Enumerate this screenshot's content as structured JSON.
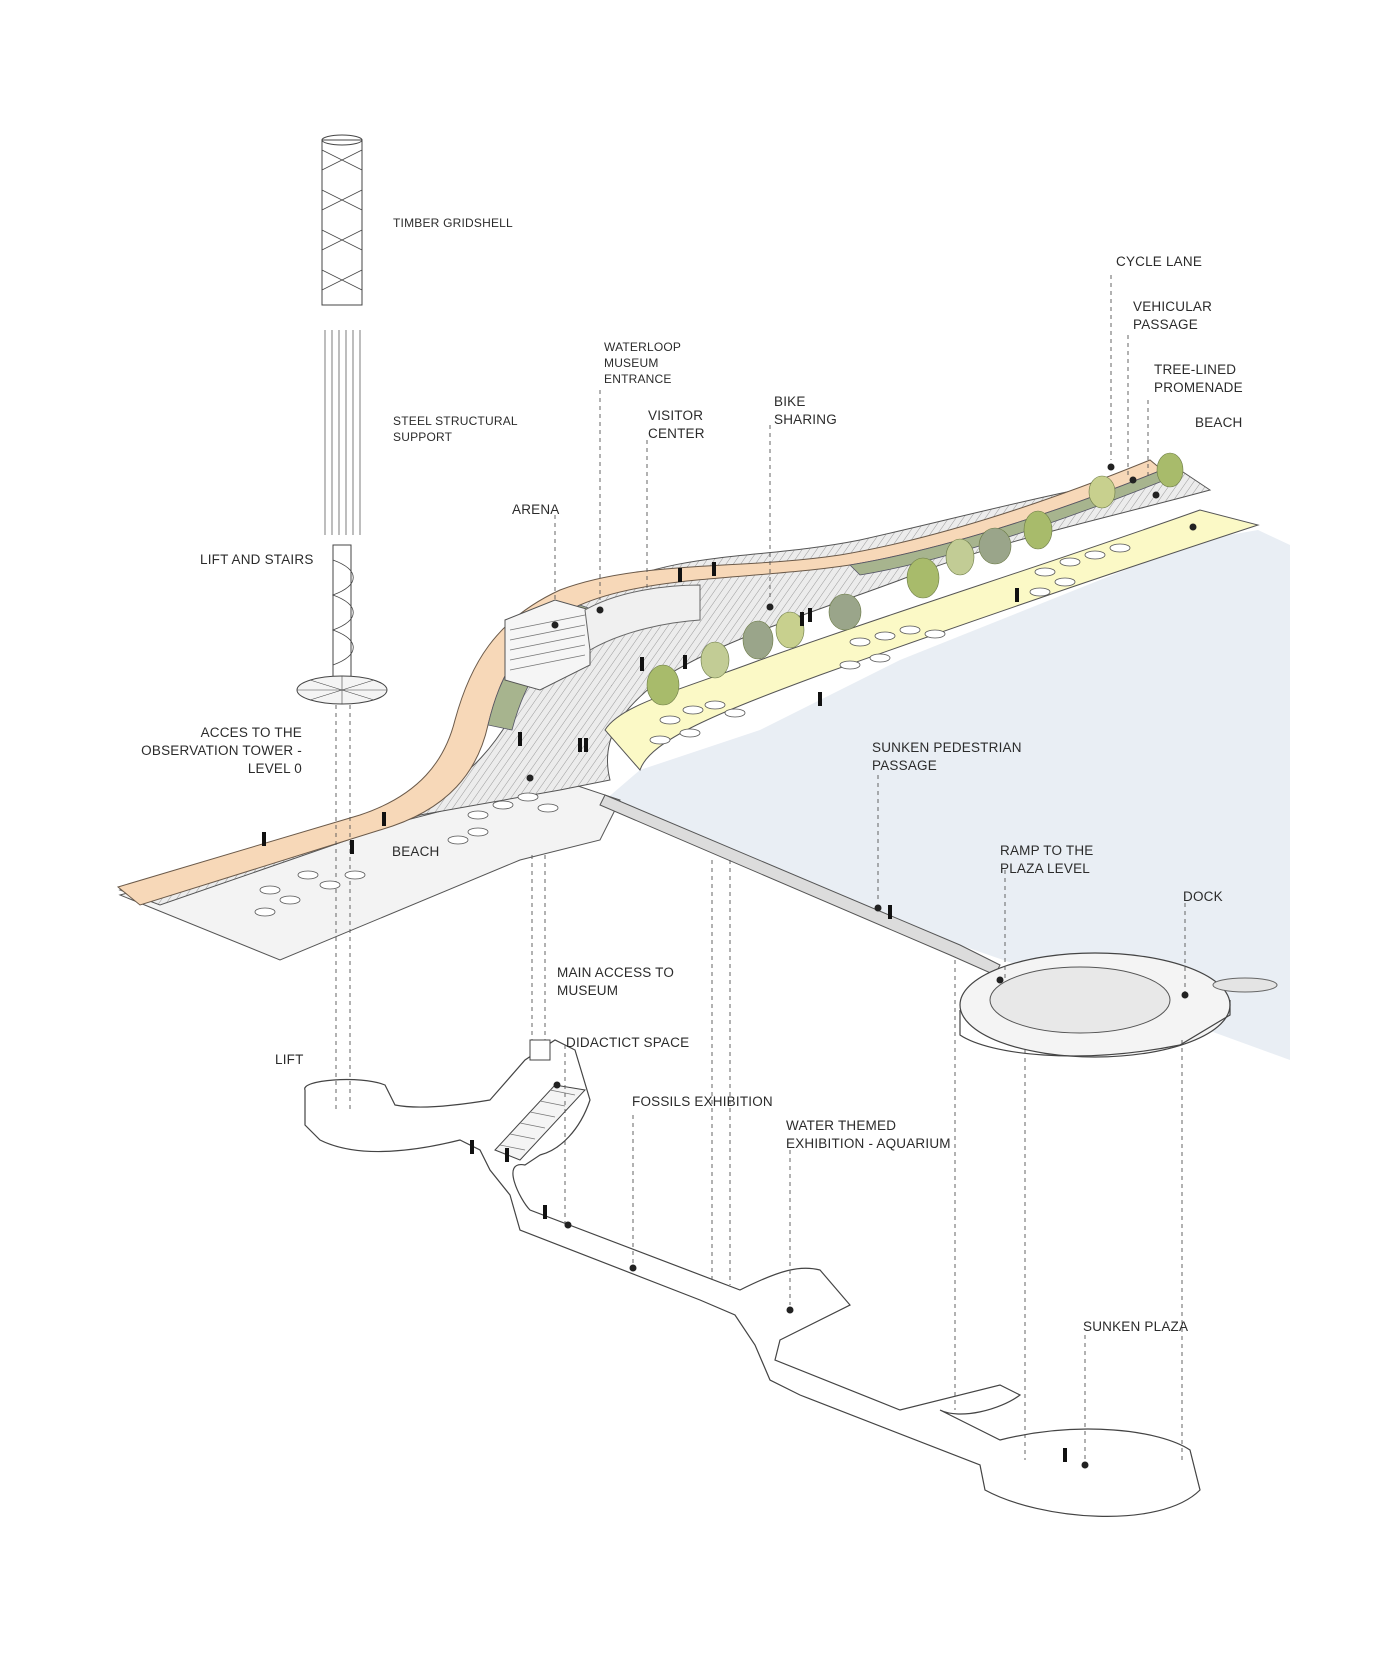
{
  "colors": {
    "orange_band": "#f7d8b8",
    "green_band": "#a7b48e",
    "beach_yellow": "#fbf9c6",
    "water_blue": "#e9eef4",
    "plaza_gray": "#e8e8e8",
    "tree_green": "#a8bb6b",
    "line_dark": "#3a3a3a"
  },
  "labels": {
    "timber_gridshell": "TIMBER GRIDSHELL",
    "steel_structural_support": "STEEL STRUCTURAL\nSUPPORT",
    "lift_and_stairs": "LIFT AND STAIRS",
    "acces_observation_tower": "ACCES TO THE\nOBSERVATION TOWER -\nLEVEL 0",
    "arena": "ARENA",
    "waterloop_museum_entrance": "WATERLOOP\nMUSEUM\nENTRANCE",
    "visitor_center": "VISITOR\nCENTER",
    "bike_sharing": "BIKE\nSHARING",
    "cycle_lane": "CYCLE LANE",
    "vehicular_passage": "VEHICULAR\nPASSAGE",
    "tree_lined_promenade": "TREE-LINED\nPROMENADE",
    "beach_top": "BEACH",
    "beach_left": "BEACH",
    "sunken_pedestrian_passage": "SUNKEN PEDESTRIAN\nPASSAGE",
    "ramp_to_plaza": "RAMP TO THE\nPLAZA LEVEL",
    "dock": "DOCK",
    "main_access_museum": "MAIN ACCESS TO\nMUSEUM",
    "didactict_space": "DIDACTICT SPACE",
    "lift": "LIFT",
    "fossils_exhibition": "FOSSILS EXHIBITION",
    "water_themed_exhibition": "WATER THEMED\nEXHIBITION - AQUARIUM",
    "sunken_plaza": "SUNKEN PLAZA"
  }
}
